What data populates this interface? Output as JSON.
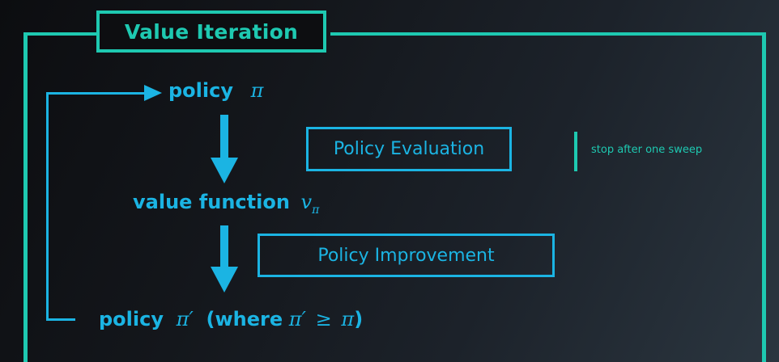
{
  "title": "Value Iteration",
  "colors": {
    "frame": "#1ec9b1",
    "flow": "#1bb4e3",
    "note": "#1ec9b1"
  },
  "nodes": {
    "policy": {
      "label": "policy",
      "symbol": "π"
    },
    "value_function": {
      "label": "value function",
      "symbol": "v",
      "subscript": "π"
    },
    "policy_prime": {
      "label": "policy",
      "symbol": "π′",
      "condition_open": "(where",
      "condition_lhs": "π′",
      "condition_op": "≥",
      "condition_rhs": "π",
      "condition_close": ")"
    }
  },
  "steps": {
    "evaluation": "Policy Evaluation",
    "improvement": "Policy Improvement"
  },
  "note": {
    "text": "stop after one sweep"
  },
  "icons": {
    "loop_arrow": "arrow-right-icon",
    "down_arrow_1": "arrow-down-icon",
    "down_arrow_2": "arrow-down-icon"
  }
}
